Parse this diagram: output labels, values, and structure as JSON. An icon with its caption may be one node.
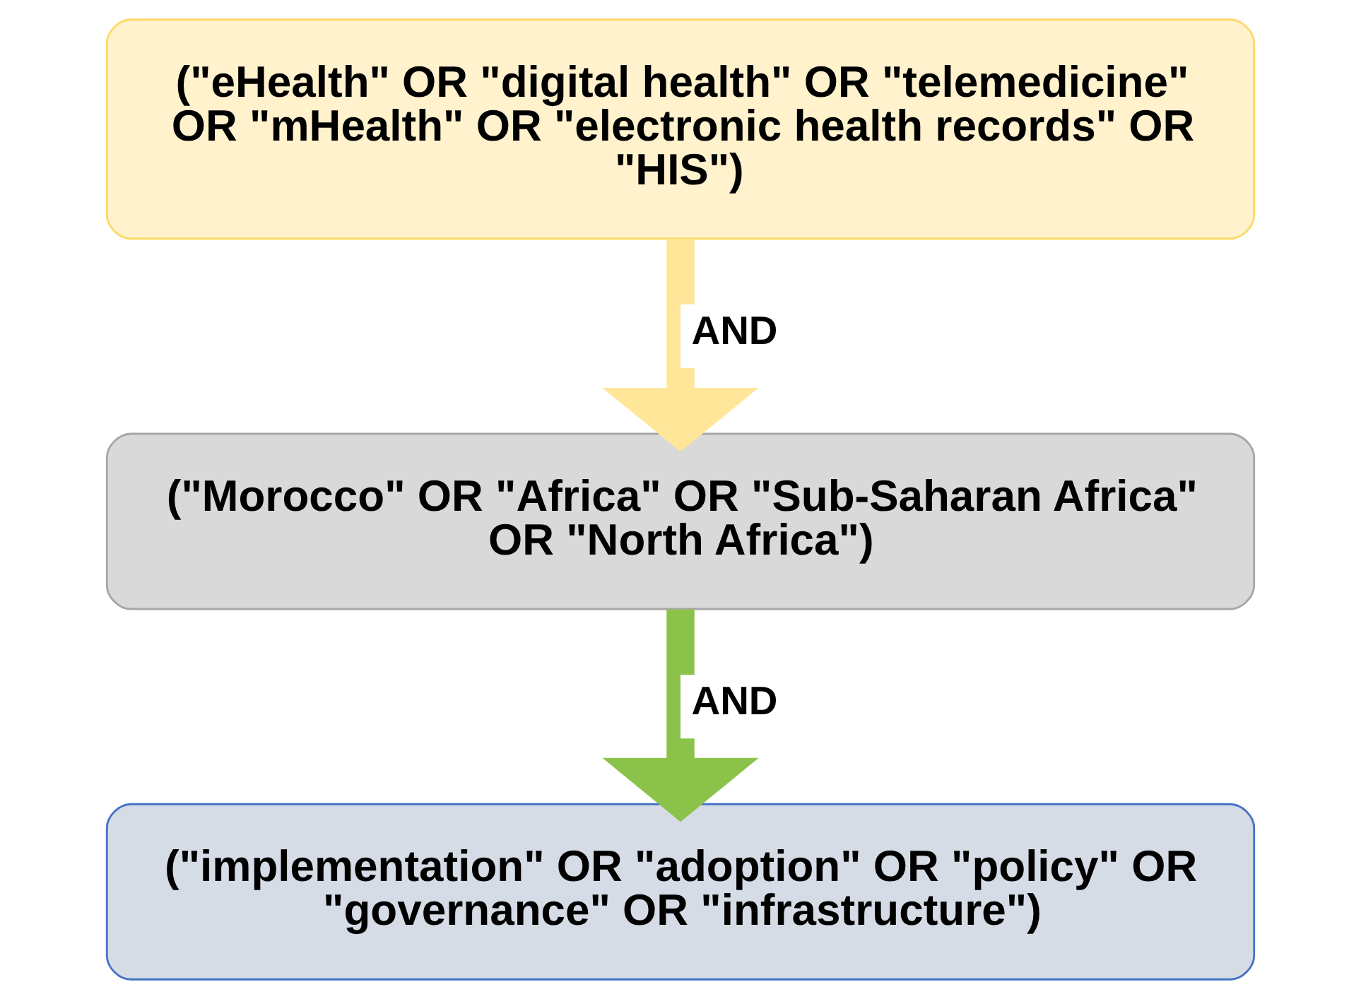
{
  "diagram": {
    "nodes": [
      {
        "text": [
          "(\"eHealth\" OR \"digital health\" OR \"telemedicine\" OR \"mHealth\" OR \"electronic health records\" OR \"HIS\")"
        ]
      },
      {
        "text": [
          "(\"Morocco\" OR \"Africa\" OR \"Sub-Saharan Africa\" OR \"North Africa\")"
        ]
      },
      {
        "text": [
          "(\"implementation\" OR \"adoption\" OR \"policy\" OR \"governance\" OR \"infrastructure\")"
        ]
      }
    ],
    "edges": [
      {
        "from": 0,
        "to": 1,
        "arrow": "to",
        "label": "AND",
        "color": "#ffe699"
      },
      {
        "from": 1,
        "to": 2,
        "arrow": "to",
        "label": "AND",
        "color": "#8bc34a"
      }
    ]
  }
}
